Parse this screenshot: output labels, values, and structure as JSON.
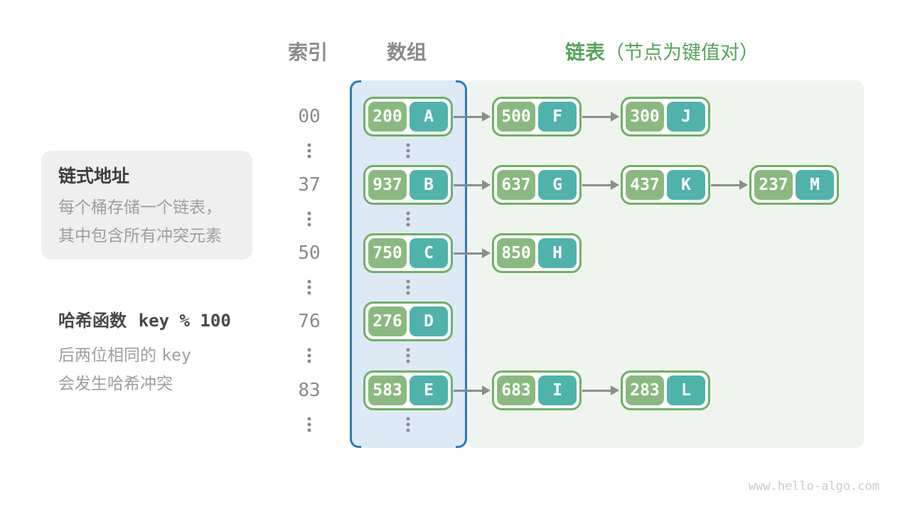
{
  "headers": {
    "index": "索引",
    "array": "数组",
    "list": "链表",
    "list_note": "（节点为键值对）"
  },
  "notes": {
    "chaining": {
      "title": "链式地址",
      "line1": "每个桶存储一个链表，",
      "line2": "其中包含所有冲突元素"
    },
    "hash_fn": {
      "label": "哈希函数",
      "formula": "key % 100",
      "line1_text": "后两位相同的",
      "line1_code": "key",
      "line2": "会发生哈希冲突"
    }
  },
  "hash_table": {
    "rows": [
      {
        "index": "00",
        "chain": [
          {
            "key": "200",
            "value": "A"
          },
          {
            "key": "500",
            "value": "F"
          },
          {
            "key": "300",
            "value": "J"
          }
        ]
      },
      {
        "index": "37",
        "chain": [
          {
            "key": "937",
            "value": "B"
          },
          {
            "key": "637",
            "value": "G"
          },
          {
            "key": "437",
            "value": "K"
          },
          {
            "key": "237",
            "value": "M"
          }
        ]
      },
      {
        "index": "50",
        "chain": [
          {
            "key": "750",
            "value": "C"
          },
          {
            "key": "850",
            "value": "H"
          }
        ]
      },
      {
        "index": "76",
        "chain": [
          {
            "key": "276",
            "value": "D"
          }
        ]
      },
      {
        "index": "83",
        "chain": [
          {
            "key": "583",
            "value": "E"
          },
          {
            "key": "683",
            "value": "I"
          },
          {
            "key": "283",
            "value": "L"
          }
        ]
      }
    ]
  },
  "colors": {
    "node_key_bg": "#8ab97f",
    "node_value_bg": "#4fb3ab",
    "node_border": "#6fb063",
    "array_fill": "#ddeaf6",
    "array_border": "#2b7cba",
    "list_fill": "#eff5ee",
    "arrow": "#8c8c8c",
    "header_green": "#57a35c",
    "gray_text": "#8a8a8a"
  },
  "watermark": "www.hello-algo.com"
}
